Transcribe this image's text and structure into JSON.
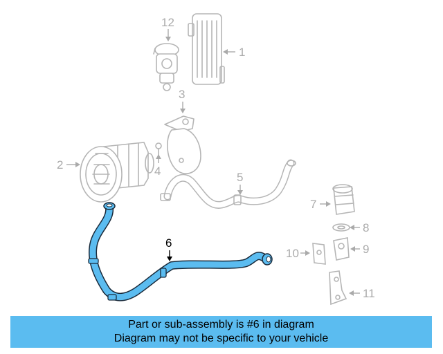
{
  "diagram": {
    "callouts": [
      {
        "id": "1",
        "label": "1"
      },
      {
        "id": "2",
        "label": "2"
      },
      {
        "id": "3",
        "label": "3"
      },
      {
        "id": "4",
        "label": "4"
      },
      {
        "id": "5",
        "label": "5"
      },
      {
        "id": "6",
        "label": "6"
      },
      {
        "id": "7",
        "label": "7"
      },
      {
        "id": "8",
        "label": "8"
      },
      {
        "id": "9",
        "label": "9"
      },
      {
        "id": "10",
        "label": "10"
      },
      {
        "id": "11",
        "label": "11"
      },
      {
        "id": "12",
        "label": "12"
      }
    ],
    "highlighted_part": "6",
    "highlight_color": "#5bbcf0",
    "ghost_color": "#b5b5b5"
  },
  "banner": {
    "line1": "Part or sub-assembly is #6 in diagram",
    "line2": "Diagram may not be specific to your vehicle",
    "color": "#5bbcf0"
  }
}
